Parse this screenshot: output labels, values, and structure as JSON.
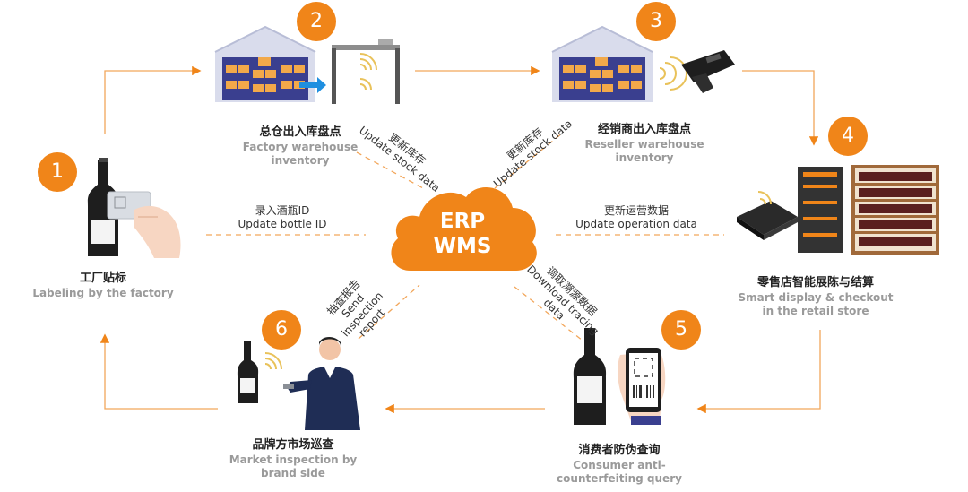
{
  "colors": {
    "accent": "#f08519",
    "dashed": "#f2a65a",
    "cloud": "#f08519",
    "muted": "#9a9a9a"
  },
  "center": {
    "line1": "ERP",
    "line2": "WMS"
  },
  "steps": [
    {
      "num": "1",
      "cn": "工厂贴标",
      "en": "Labeling by the factory"
    },
    {
      "num": "2",
      "cn": "总仓出入库盘点",
      "en1": "Factory warehouse",
      "en2": "inventory"
    },
    {
      "num": "3",
      "cn": "经销商出入库盘点",
      "en1": "Reseller warehouse",
      "en2": "inventory"
    },
    {
      "num": "4",
      "cn": "零售店智能展陈与结算",
      "en1": "Smart display & checkout",
      "en2": "in the retail store"
    },
    {
      "num": "5",
      "cn": "消费者防伪查询",
      "en1": "Consumer anti-",
      "en2": "counterfeiting query"
    },
    {
      "num": "6",
      "cn": "品牌方市场巡查",
      "en1": "Market inspection by",
      "en2": "brand side"
    }
  ],
  "links": {
    "update_bottle_cn": "录入酒瓶ID",
    "update_bottle_en": "Update bottle ID",
    "update_op_cn": "更新运营数据",
    "update_op_en": "Update operation data",
    "stock_left_cn": "更新库存",
    "stock_left_en": "Update stock data",
    "stock_right_cn": "更新库存",
    "stock_right_en": "Update stock data",
    "report_cn": "抽查报告",
    "report_en1": "Send",
    "report_en2": "inspection",
    "report_en3": "report",
    "trace_cn": "调取溯源数据",
    "trace_en1": "Download tracing",
    "trace_en2": "data"
  },
  "icons": [
    "warehouse-icon",
    "rfid-gate-icon",
    "handheld-reader-icon",
    "wine-bottle-icon",
    "smart-shelf-icon",
    "smartphone-icon",
    "inspector-icon",
    "cloud-icon",
    "rfid-wave-icon"
  ]
}
